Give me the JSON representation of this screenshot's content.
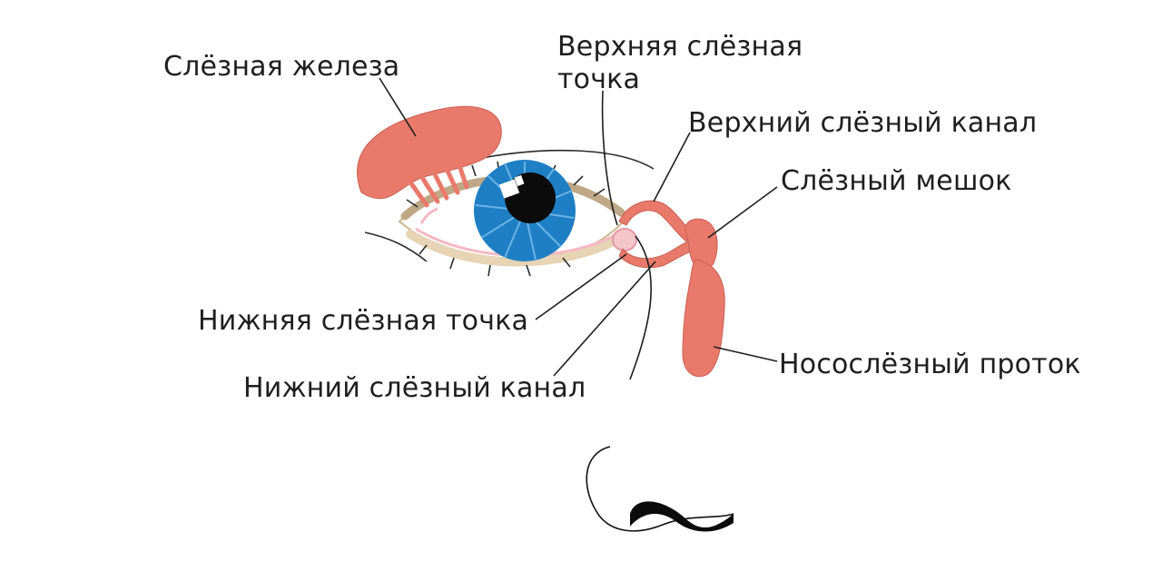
{
  "labels": {
    "lacrimal_gland": "Слёзная железа",
    "upper_punctum": "Верхняя слёзная точка",
    "upper_canaliculus": "Верхний слёзный канал",
    "lacrimal_sac": "Слёзный мешок",
    "nasolacrimal_duct": "Носослёзный проток",
    "lower_punctum": "Нижняя слёзная точка",
    "lower_canaliculus": "Нижний слёзный канал"
  },
  "colors": {
    "gland": "#e97a6b",
    "iris": "#1f7fc4",
    "iris_light": "#7cc0ee",
    "pupil": "#0b0b0b",
    "skin_fold": "#d8c7a6",
    "caruncle": "#f4c6cc",
    "leader_line": "#1e1e1e"
  }
}
